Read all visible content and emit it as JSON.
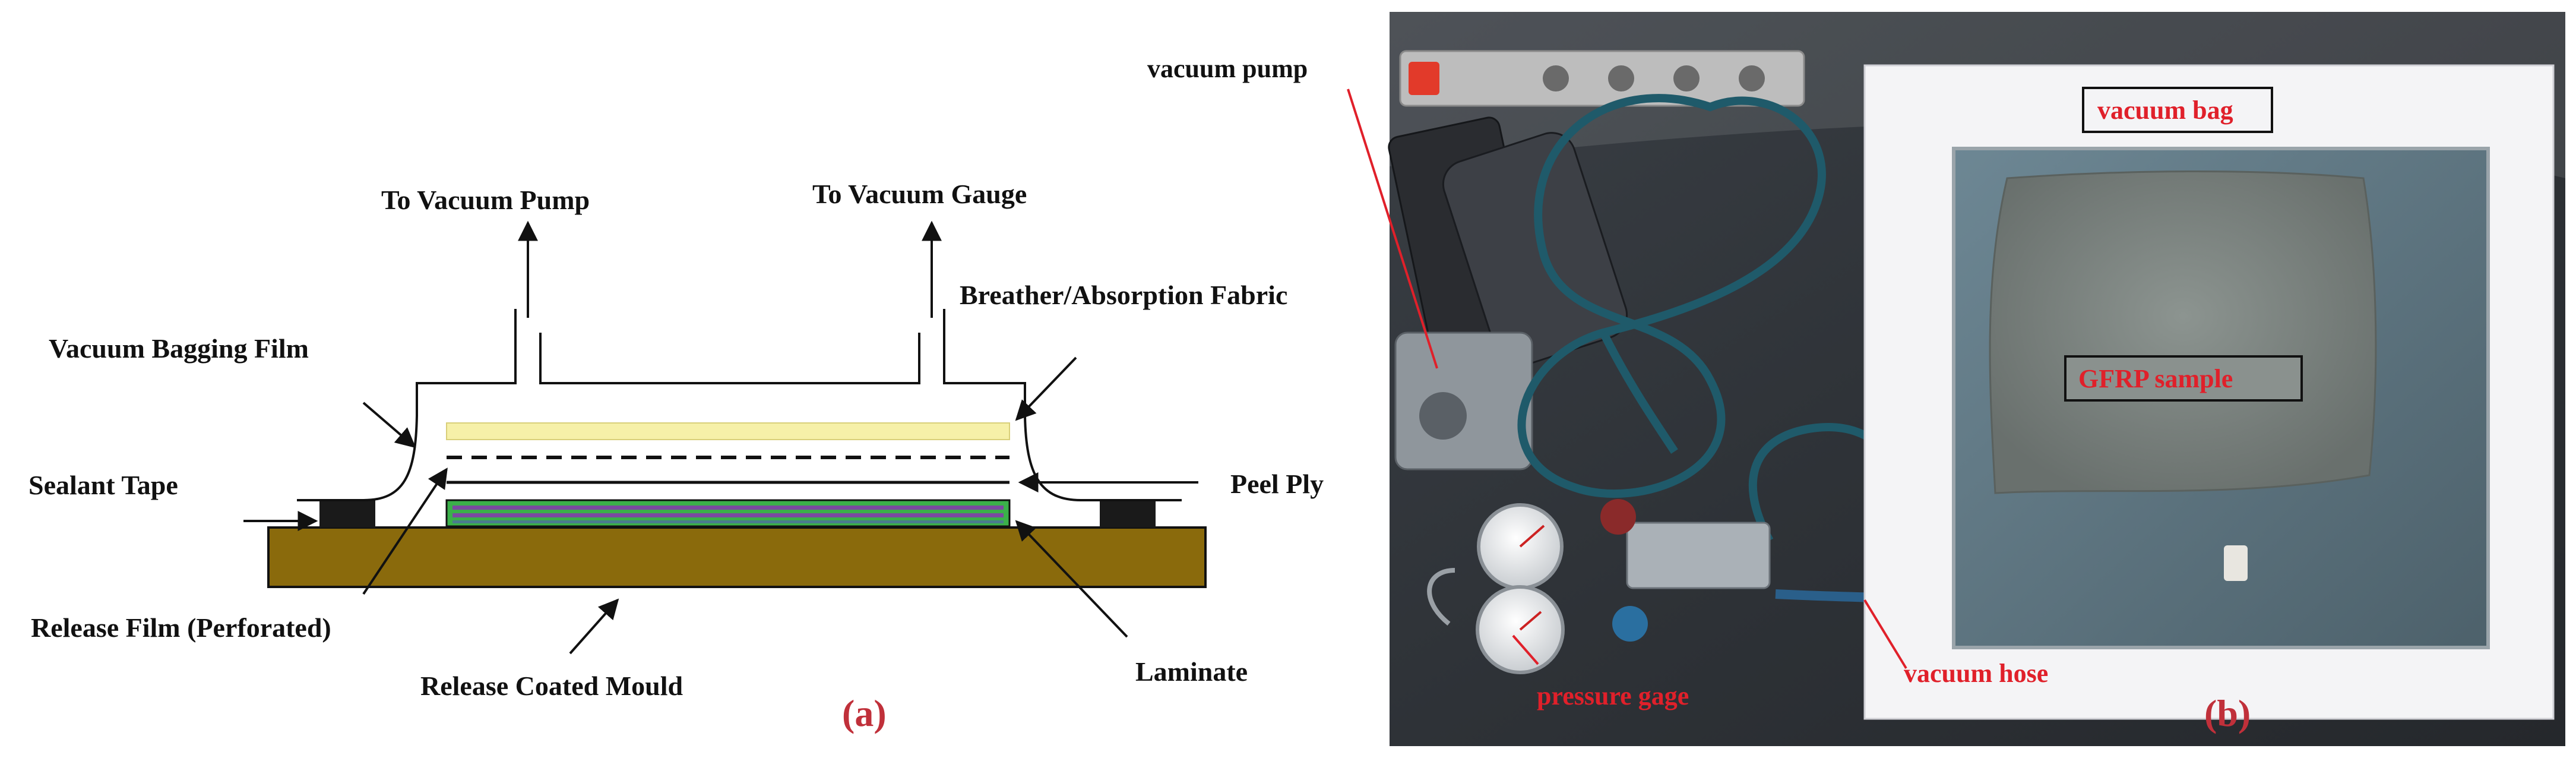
{
  "diagram": {
    "labels": {
      "to_vacuum_pump": "To Vacuum Pump",
      "to_vacuum_gauge": "To Vacuum Gauge",
      "breather_fabric": "Breather/Absorption Fabric",
      "vacuum_bagging_film": "Vacuum Bagging Film",
      "sealant_tape": "Sealant Tape",
      "peel_ply": "Peel Ply",
      "release_film": "Release Film (Perforated)",
      "release_coated_mould": "Release Coated Mould",
      "laminate": "Laminate"
    },
    "panel_label": "(a)",
    "colors": {
      "mould": "#8a6a0c",
      "breather": "#f6f0a8",
      "laminate_border": "#3bb04a",
      "laminate_fill": "#7a4aa0",
      "sealant": "#1a1a1a"
    }
  },
  "photo": {
    "labels": {
      "vacuum_pump": "vacuum pump",
      "vacuum_bag": "vacuum bag",
      "gfrp_sample": "GFRP sample",
      "pressure_gage": "pressure gage",
      "vacuum_hose": "vacuum hose"
    },
    "panel_label": "(b)",
    "colors": {
      "label_text": "#e0202a",
      "leader_line": "#e0202a",
      "hose": "#1f5a6a",
      "frame": "#f4f4f6"
    }
  }
}
